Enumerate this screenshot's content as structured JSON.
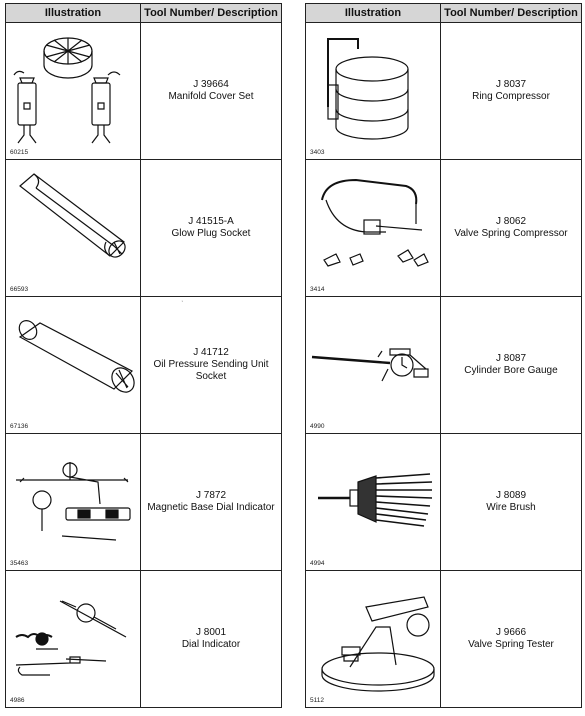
{
  "header": {
    "illustration": "Illustration",
    "tool": "Tool Number/ Description"
  },
  "left": [
    {
      "fig": "60215",
      "icon": "manifold-cover-set-icon",
      "number": "J 39664",
      "name": "Manifold Cover Set"
    },
    {
      "fig": "66593",
      "icon": "glow-plug-socket-icon",
      "number": "J 41515-A",
      "name": "Glow Plug Socket"
    },
    {
      "fig": "67136",
      "icon": "oil-pressure-socket-icon",
      "number": "J 41712",
      "name": "Oil Pressure Sending Unit Socket"
    },
    {
      "fig": "35463",
      "icon": "magnetic-base-dial-indicator-icon",
      "number": "J 7872",
      "name": "Magnetic Base Dial Indicator"
    },
    {
      "fig": "4986",
      "icon": "dial-indicator-icon",
      "number": "J 8001",
      "name": "Dial Indicator"
    }
  ],
  "right": [
    {
      "fig": "3403",
      "icon": "ring-compressor-icon",
      "number": "J 8037",
      "name": "Ring Compressor"
    },
    {
      "fig": "3414",
      "icon": "valve-spring-compressor-icon",
      "number": "J 8062",
      "name": "Valve Spring Compressor"
    },
    {
      "fig": "4990",
      "icon": "cylinder-bore-gauge-icon",
      "number": "J 8087",
      "name": "Cylinder Bore Gauge"
    },
    {
      "fig": "4994",
      "icon": "wire-brush-icon",
      "number": "J 8089",
      "name": "Wire Brush"
    },
    {
      "fig": "5112",
      "icon": "valve-spring-tester-icon",
      "number": "J 9666",
      "name": "Valve Spring Tester"
    }
  ],
  "stray_mark": "ʾ"
}
